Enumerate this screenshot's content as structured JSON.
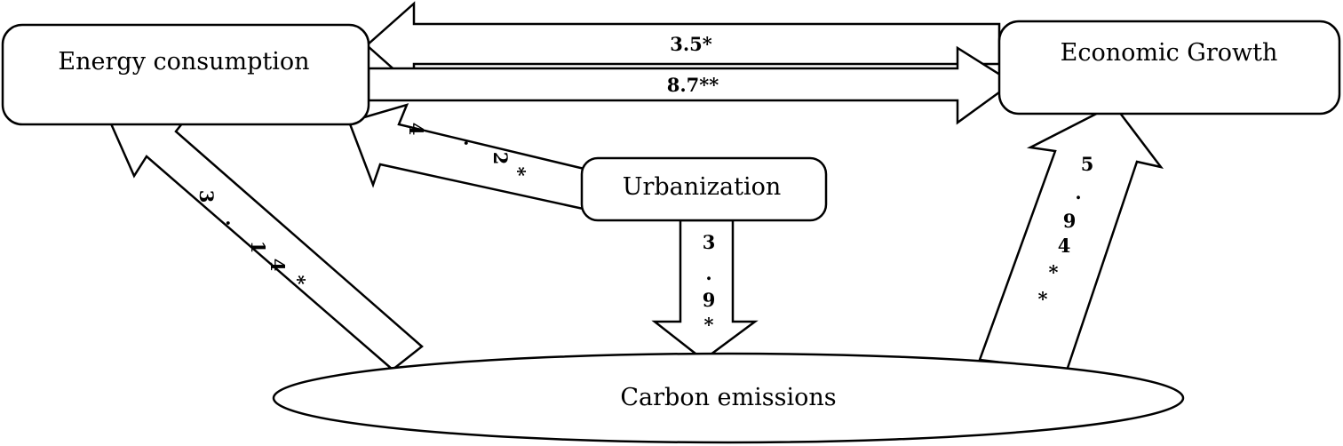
{
  "nodes": {
    "energy": "Energy consumption",
    "growth": "Economic Growth",
    "urban": "Urbanization",
    "carbon": "Carbon emissions"
  },
  "edges": {
    "growth_to_energy": "3.5*",
    "energy_to_growth": "8.7**",
    "urban_to_energy": [
      "4",
      ".",
      "2",
      "*"
    ],
    "carbon_to_energy": [
      "3",
      ".",
      "1",
      "4",
      "*"
    ],
    "urban_to_carbon": [
      "3",
      ".",
      "9",
      "*"
    ],
    "carbon_to_growth": [
      "5",
      ".",
      "9",
      "4",
      "*",
      "*"
    ]
  }
}
